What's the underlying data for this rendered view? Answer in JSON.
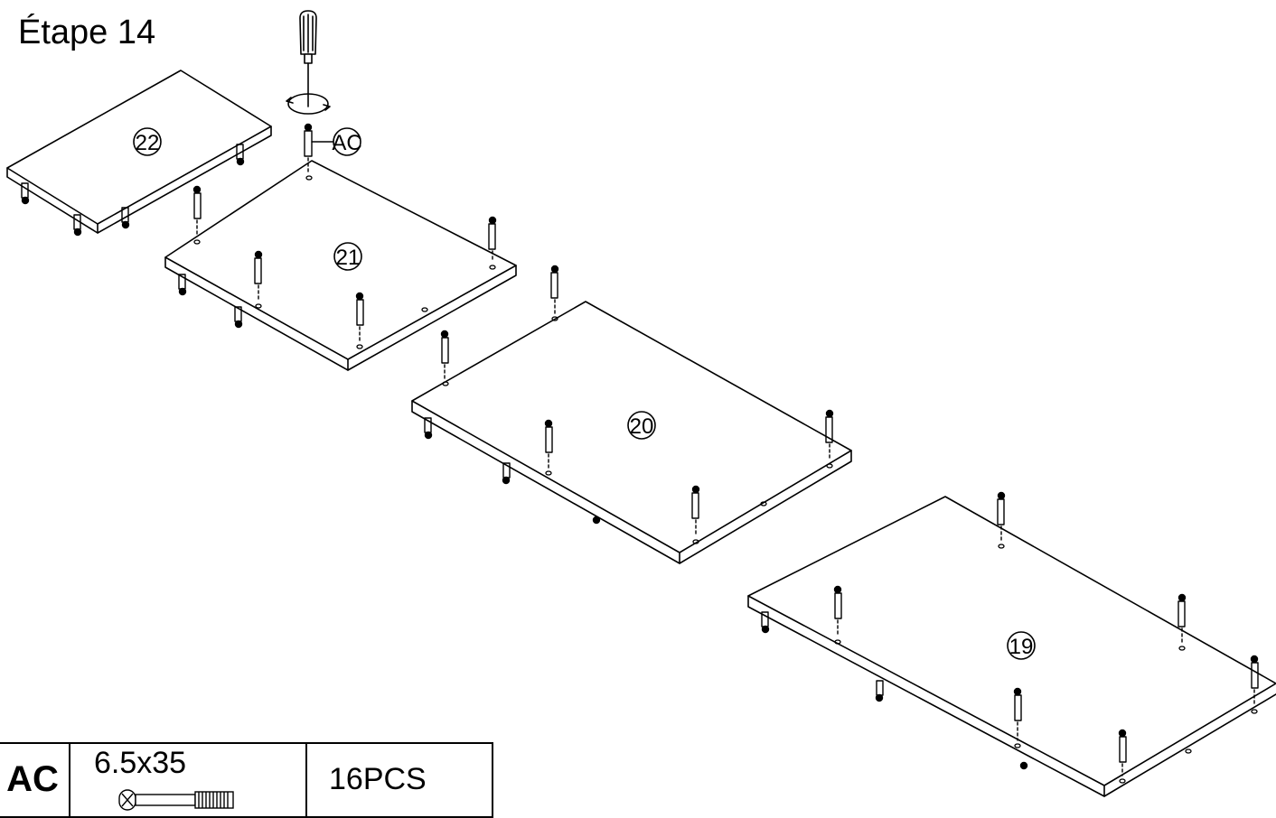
{
  "header": {
    "step_title": "Étape 14"
  },
  "parts": [
    {
      "id": "22"
    },
    {
      "id": "21"
    },
    {
      "id": "20"
    },
    {
      "id": "19"
    }
  ],
  "callout": {
    "label": "AC"
  },
  "hardware": {
    "code": "AC",
    "size": "6.5x35",
    "qty": "16PCS"
  }
}
